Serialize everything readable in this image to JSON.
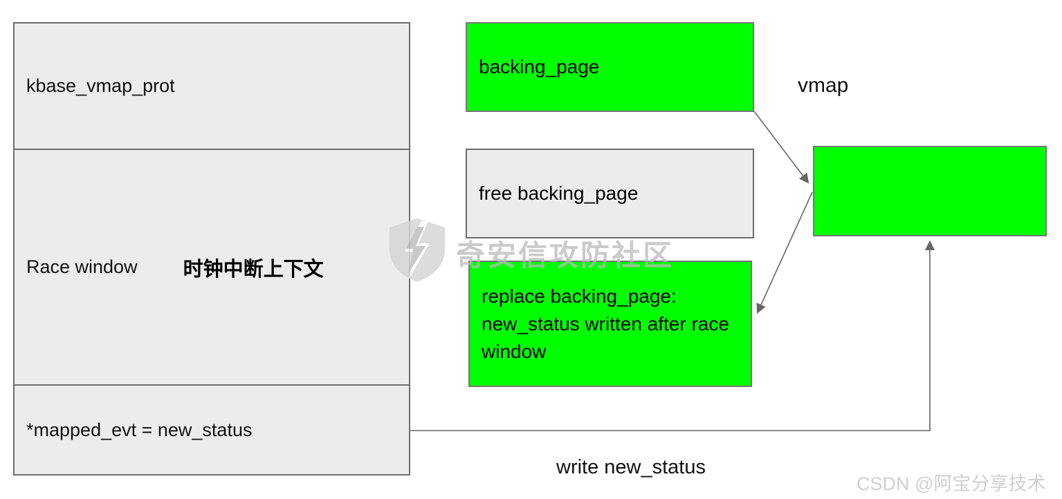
{
  "left_stack": {
    "sections": [
      {
        "label": "kbase_vmap_prot"
      },
      {
        "label": "Race window",
        "annotation": "时钟中断上下文"
      },
      {
        "label": "*mapped_evt = new_status"
      }
    ]
  },
  "flow_boxes": {
    "backing_page": "backing_page",
    "free_backing_page": "free backing_page",
    "replace_backing_page": "replace backing_page: new_status written after race window"
  },
  "labels": {
    "vmap": "vmap",
    "write_new_status": "write new_status"
  },
  "watermarks": {
    "community": "奇安信攻防社区",
    "csdn": "CSDN @阿宝分享技术"
  },
  "icons": {
    "community_logo": "shield-lightning-icon"
  },
  "colors": {
    "highlight_green": "#00FF00",
    "box_gray": "#ECECEC",
    "border_gray": "#6E6E6E",
    "connector_gray": "#666666",
    "watermark_gray": "#C8C8C8"
  }
}
